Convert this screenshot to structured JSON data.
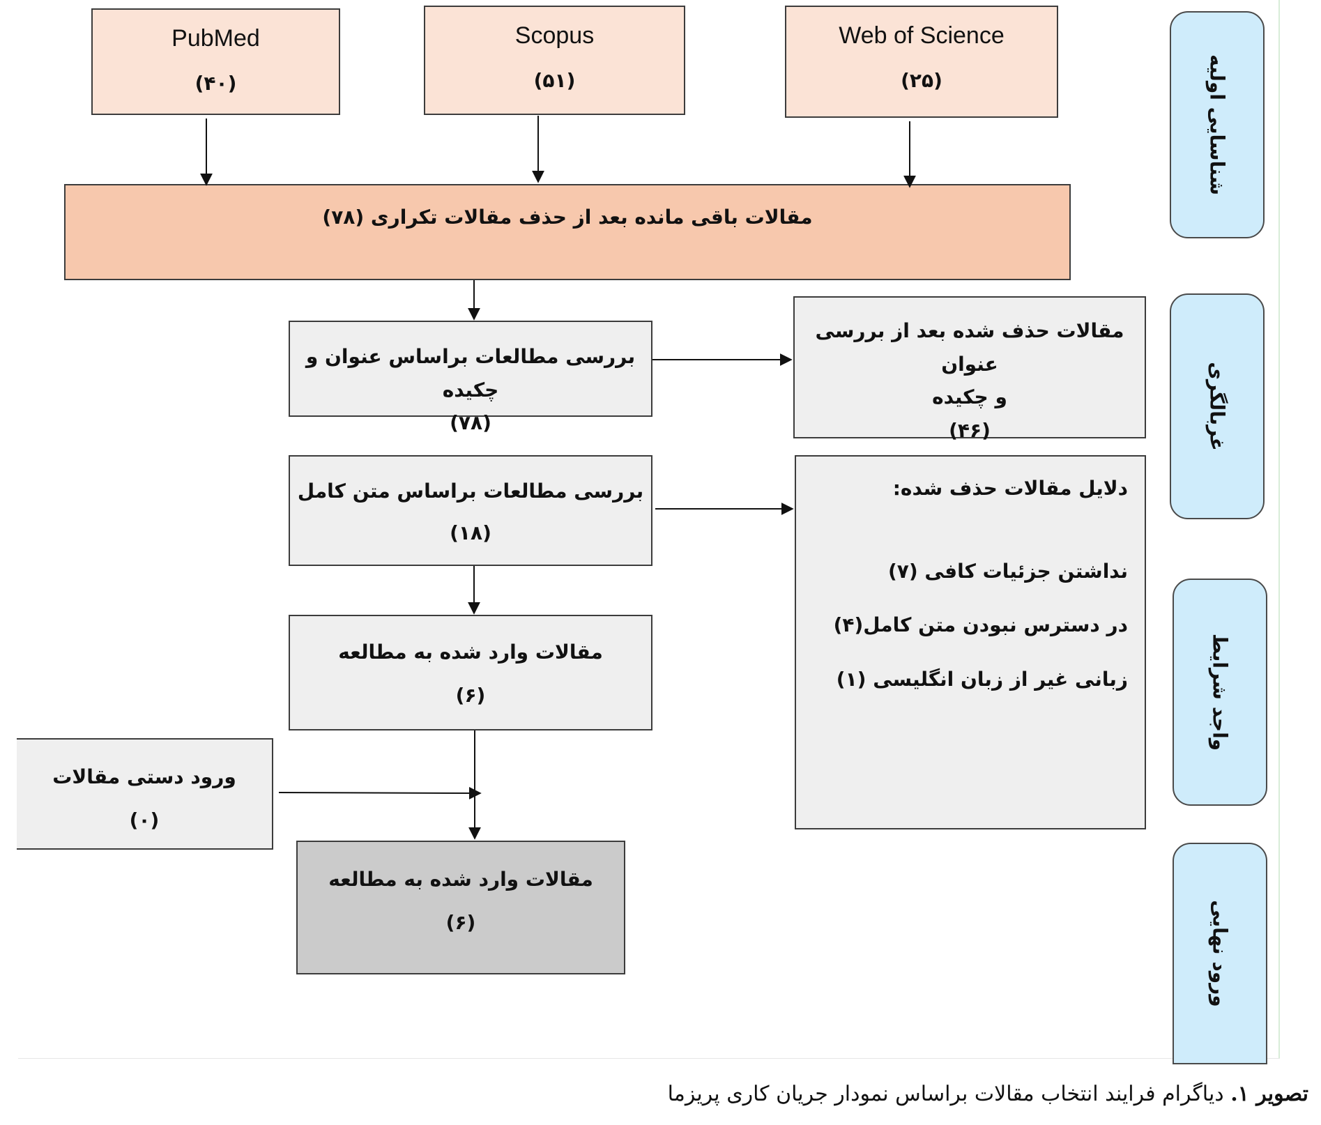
{
  "sources": [
    {
      "name": "PubMed",
      "count": "(۴۰)"
    },
    {
      "name": "Scopus",
      "count": "(۵۱)"
    },
    {
      "name": "Web of Science",
      "count": "(۲۵)"
    }
  ],
  "after_duplicates": "مقالات باقی مانده بعد از حذف مقالات تکراری  (۷۸)",
  "title_abstract": {
    "label": "بررسی مطالعات براساس عنوان و چکیده",
    "count": "(۷۸)"
  },
  "excluded_title_abstract": {
    "line1": "مقالات حذف شده بعد از بررسی عنوان",
    "line2": "و چکیده",
    "count": "(۴۶)"
  },
  "fulltext": {
    "label": "بررسی مطالعات براساس متن کامل",
    "count": "(۱۸)"
  },
  "exclusion_reasons": {
    "title": "دلایل مقالات حذف شده:",
    "items": [
      "نداشتن جزئیات کافی (۷)",
      "در دسترس نبودن متن کامل(۴)",
      "زبانی غیر از زبان انگلیسی (۱)"
    ]
  },
  "included": {
    "label": "مقالات وارد شده به مطالعه",
    "count": "(۶)"
  },
  "manual": {
    "label": "ورود دستی مقالات",
    "count": "(۰)"
  },
  "final": {
    "label": "مقالات وارد شده به مطالعه",
    "count": "(۶)"
  },
  "stages": [
    "شناسایی اولیه",
    "غربالگری",
    "واجد شرایط",
    "ورود نهایی"
  ],
  "caption": {
    "label": "تصویر ۱.",
    "text": " دیاگرام فرایند انتخاب مقالات براساس نمودار جریان کاری پریزما"
  }
}
